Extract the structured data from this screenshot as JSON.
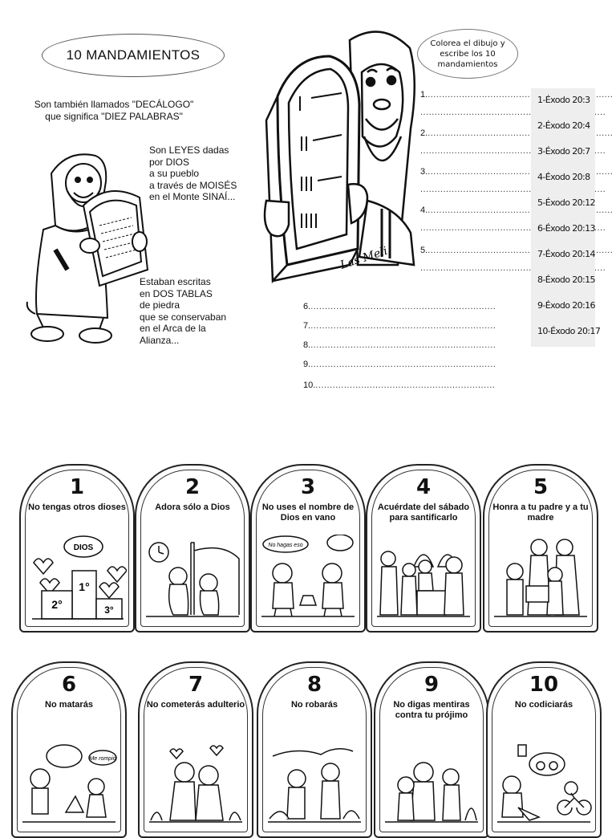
{
  "title": "10 MANDAMIENTOS",
  "intro": {
    "line1": "Son también llamados \"DECÁLOGO\"",
    "line2": "que significa \"DIEZ PALABRAS\""
  },
  "laws": [
    "Son LEYES dadas",
    "por DIOS",
    "a su pueblo",
    "a través de MOISÉS",
    "en el Monte SINAÍ..."
  ],
  "tablets": [
    "Estaban escritas",
    "en DOS TABLAS",
    "de piedra",
    "que se conservaban",
    "en el Arca de la",
    "Alianza..."
  ],
  "instruction": {
    "line1": "Colorea el dibujo y",
    "line2": "escribe los 10 mandamientos"
  },
  "signature": "Las Meli",
  "write_lines": {
    "numbers": [
      "1.",
      "2.",
      "3.",
      "4.",
      "5.",
      "6.",
      "7.",
      "8.",
      "9.",
      "10."
    ],
    "dots": "................................................................."
  },
  "references": [
    "1-Éxodo 20:3",
    "2-Éxodo 20:4",
    "3-Éxodo 20:7",
    "4-Éxodo 20:8",
    "5-Éxodo 20:12",
    "6-Éxodo 20:13",
    "7-Éxodo 20:14",
    "8-Éxodo 20:15",
    "9-Éxodo 20:16",
    "10-Éxodo 20:17"
  ],
  "cards": [
    {
      "number": "1",
      "text": "No tengas otros dioses",
      "bubble": "DIOS",
      "labels": [
        "1°",
        "2°",
        "3°"
      ]
    },
    {
      "number": "2",
      "text": "Adora sólo a Dios"
    },
    {
      "number": "3",
      "text": "No uses el nombre de Dios en vano",
      "bubble": "No hagas eso"
    },
    {
      "number": "4",
      "text": "Acuérdate del sábado para santificarlo"
    },
    {
      "number": "5",
      "text": "Honra a tu padre y a tu madre"
    },
    {
      "number": "6",
      "text": "No matarás",
      "bubble": "Me rompió"
    },
    {
      "number": "7",
      "text": "No cometerás adulterio"
    },
    {
      "number": "8",
      "text": "No robarás"
    },
    {
      "number": "9",
      "text": "No digas mentiras contra tu prójimo"
    },
    {
      "number": "10",
      "text": "No codiciarás"
    }
  ]
}
